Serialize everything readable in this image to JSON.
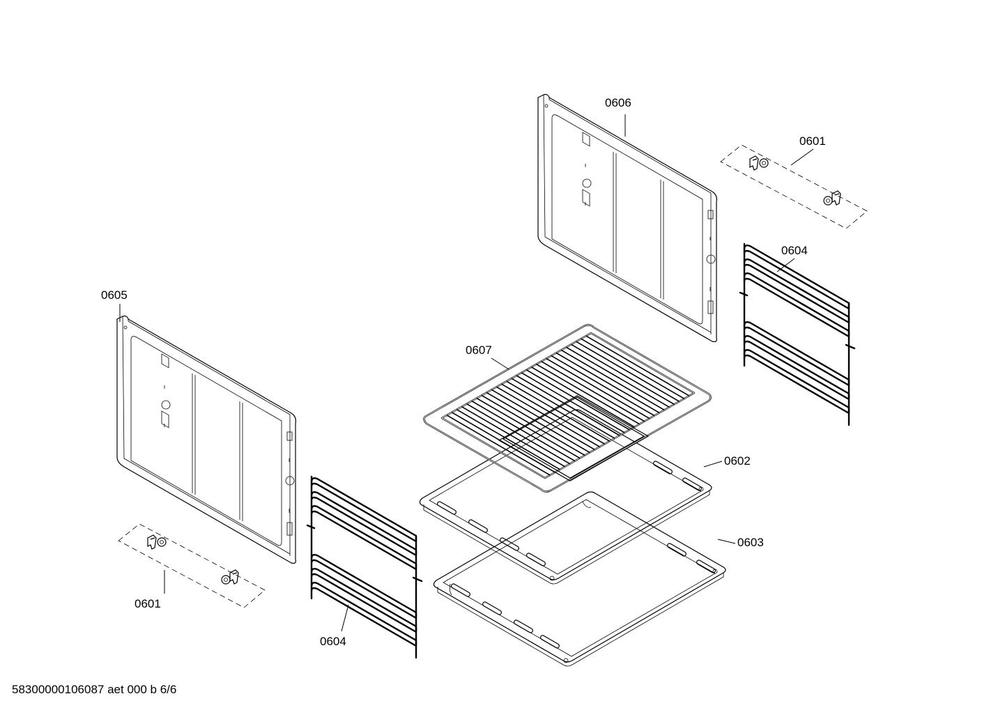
{
  "diagram": {
    "parts": [
      {
        "id": "side-wall-right",
        "label": "0606"
      },
      {
        "id": "clips-right",
        "label": "0601"
      },
      {
        "id": "rack-rails-right",
        "label": "0604"
      },
      {
        "id": "side-wall-left",
        "label": "0605"
      },
      {
        "id": "wire-shelf",
        "label": "0607"
      },
      {
        "id": "baking-tray",
        "label": "0602"
      },
      {
        "id": "universal-pan",
        "label": "0603"
      },
      {
        "id": "clips-left",
        "label": "0601"
      },
      {
        "id": "rack-rails-left",
        "label": "0604"
      }
    ],
    "footer": "58300000106087 aet 000 b 6/6"
  }
}
